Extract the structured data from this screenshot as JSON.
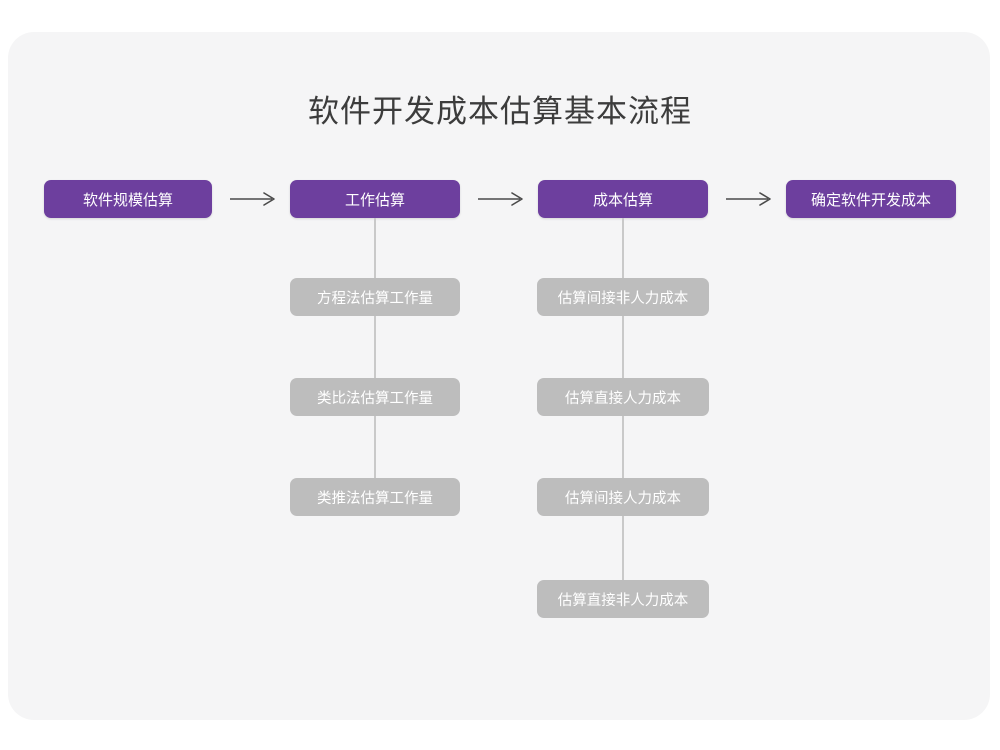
{
  "page": {
    "background_color": "#ffffff",
    "card_color": "#f5f5f6"
  },
  "diagram": {
    "title": "软件开发成本估算基本流程",
    "type": "flowchart",
    "colors": {
      "primary_node": "#6d3f9e",
      "primary_node_text": "#ffffff",
      "secondary_node": "#bdbdbd",
      "secondary_node_text": "#ffffff",
      "connector_line": "#c9c9c9",
      "arrow": "#4a4a4a",
      "title_text": "#3c3c3c"
    },
    "main_flow": [
      {
        "id": "step1",
        "label": "软件规模估算"
      },
      {
        "id": "step2",
        "label": "工作估算"
      },
      {
        "id": "step3",
        "label": "成本估算"
      },
      {
        "id": "step4",
        "label": "确定软件开发成本"
      }
    ],
    "arrows": [
      {
        "id": "arrow1",
        "from": "step1",
        "to": "step2",
        "glyph": "arrow-right-icon"
      },
      {
        "id": "arrow2",
        "from": "step2",
        "to": "step3",
        "glyph": "arrow-right-icon"
      },
      {
        "id": "arrow3",
        "from": "step3",
        "to": "step4",
        "glyph": "arrow-right-icon"
      }
    ],
    "branches": [
      {
        "parent": "step2",
        "items": [
          {
            "id": "step2-sub1",
            "label": "方程法估算工作量"
          },
          {
            "id": "step2-sub2",
            "label": "类比法估算工作量"
          },
          {
            "id": "step2-sub3",
            "label": "类推法估算工作量"
          }
        ]
      },
      {
        "parent": "step3",
        "items": [
          {
            "id": "step3-sub1",
            "label": "估算间接非人力成本"
          },
          {
            "id": "step3-sub2",
            "label": "估算直接人力成本"
          },
          {
            "id": "step3-sub3",
            "label": "估算间接人力成本"
          },
          {
            "id": "step3-sub4",
            "label": "估算直接非人力成本"
          }
        ]
      }
    ]
  }
}
